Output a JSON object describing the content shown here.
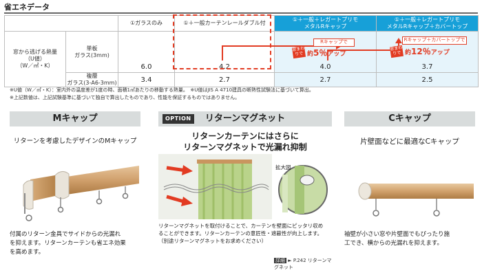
{
  "section_title": "省エネデータ",
  "table": {
    "row_label": [
      "窓から逃げる熱量",
      "（U値）",
      "（W／㎡・K）"
    ],
    "headers": [
      [
        "①ガラスのみ"
      ],
      [
        "①＋一般カーテンレールダブル付"
      ],
      [
        "①＋一般＋レガートプリモ",
        "メタルRキャップ"
      ],
      [
        "①＋一般＋レガートプリモ",
        "メタルRキャップ＋カバートップ"
      ]
    ],
    "rows": [
      {
        "label": [
          "単板",
          "ガラス(3mm)"
        ],
        "values": [
          "6.0",
          "4.2",
          "4.0",
          "3.7"
        ]
      },
      {
        "label": [
          "複層",
          "ガラス(3-A6-3mm)"
        ],
        "values": [
          "3.4",
          "2.7",
          "2.7",
          "2.5"
        ]
      }
    ],
    "callout1": {
      "text": "Rキャップで",
      "badge": "窓まわりで",
      "prefix": "約",
      "value": "5％",
      "suffix": "アップ"
    },
    "callout2": {
      "text": "Rキャップ＋カバートップで",
      "badge": "窓まわりで",
      "prefix": "約",
      "value": "12％",
      "suffix": "アップ"
    },
    "accent": "#17a0d8",
    "highlight": "#e23b22"
  },
  "notes": [
    "※U値（W／㎡・K）：室内外の温度差が1度の時、面積1㎡あたりの移動する熱量。　※U値はJIS A 4710建具の断熱性試験法に基づいて算出。",
    "※上記数値は、上記試験基準に基づいて独自で算出したものであり、性能を保証するものではありません。"
  ],
  "panels": {
    "left": {
      "title": "Mキャップ",
      "subtitle": "リターンを考慮したデザインのMキャップ",
      "desc": [
        "付属のリターン金具でサイドからの光漏れ",
        "を抑えます。リターンカーテンも省エネ効果",
        "を高めます。"
      ]
    },
    "middle": {
      "option": "OPTION",
      "title": "リターンマグネット",
      "head": [
        "リターンカーテンにはさらに",
        "リターンマグネットで光漏れ抑制"
      ],
      "zoom_label": "拡大図",
      "desc": [
        "リターンマグネットを取付けることで、カーテンを壁面にピッタリ収め",
        "ることができます。リターンカーテンの意匠性・遮蔽性が向上します。",
        "（別途リターンマグネットをお求めください）"
      ],
      "detail_badge": "詳細",
      "detail_ref": "P.242 リターンマグネット"
    },
    "right": {
      "title": "Cキャップ",
      "subtitle": "片壁面などに最適なCキャップ",
      "desc": [
        "袖壁が小さい窓や片壁面でもぴったり施",
        "工でき、横からの光漏れを抑えます。"
      ]
    }
  }
}
